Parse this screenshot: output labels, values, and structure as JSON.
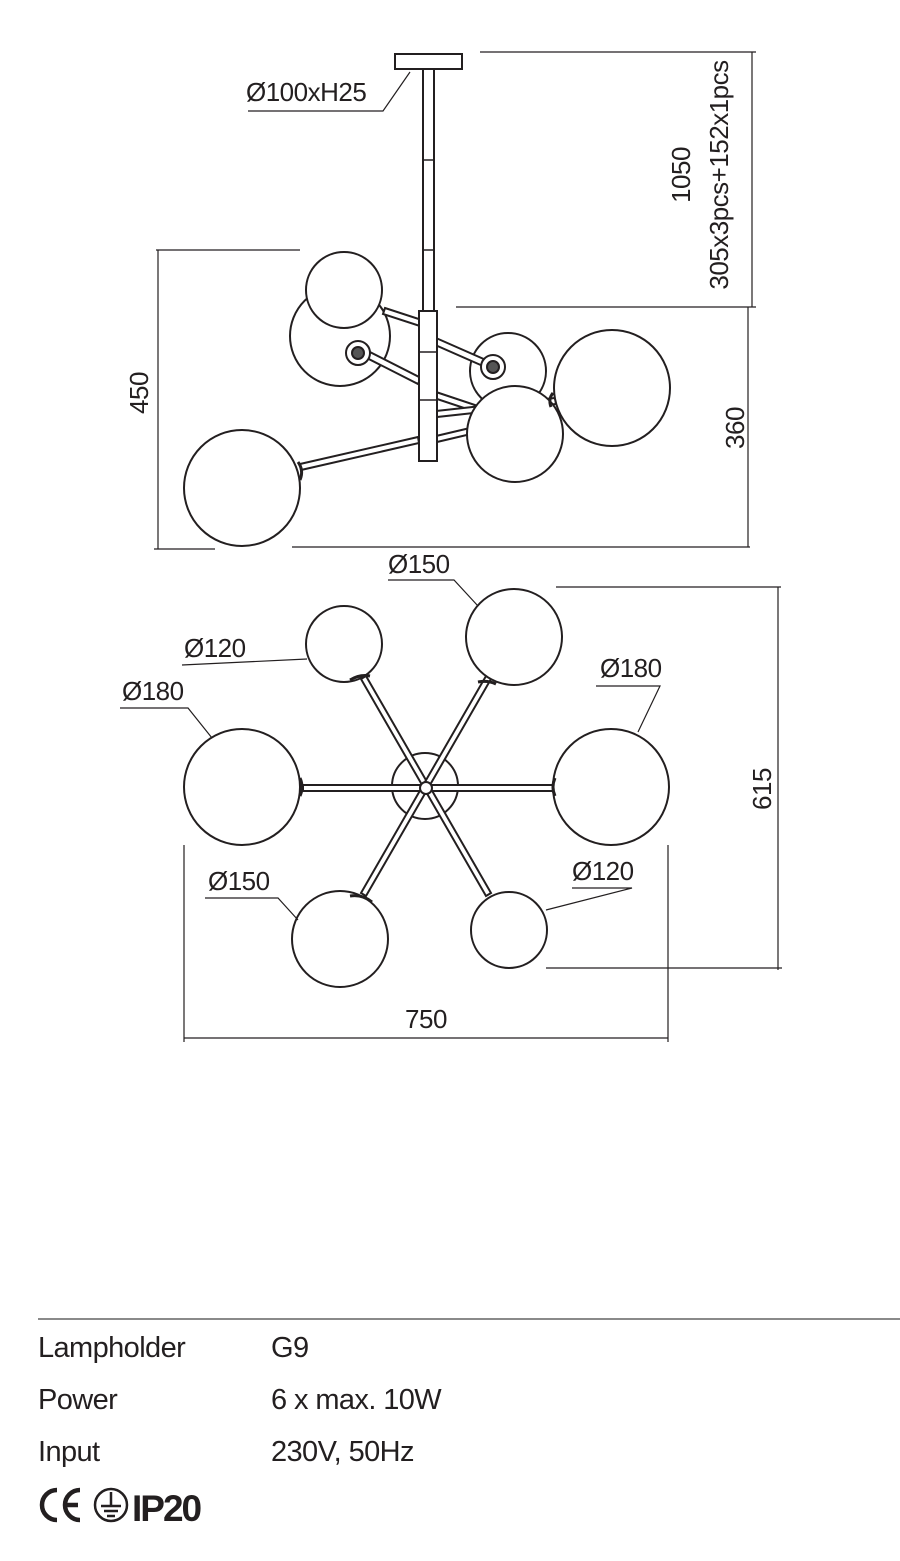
{
  "diagram": {
    "side_view": {
      "canopy_label": "Ø100xH25",
      "height_total": "1050",
      "rod_config": "305x3pcs+152x1pcs",
      "body_height": "450",
      "drop_height": "360"
    },
    "top_view": {
      "globe_labels": [
        "Ø150",
        "Ø120",
        "Ø180",
        "Ø180",
        "Ø150",
        "Ø120"
      ],
      "depth": "615",
      "width": "750"
    }
  },
  "specs": [
    {
      "label": "Lampholder",
      "value": "G9"
    },
    {
      "label": "Power",
      "value": "6 x max. 10W"
    },
    {
      "label": "Input",
      "value": "230V, 50Hz"
    }
  ],
  "certifications": {
    "ip_rating": "IP20",
    "icons": [
      "ce-mark-icon",
      "protective-earth-icon"
    ]
  }
}
